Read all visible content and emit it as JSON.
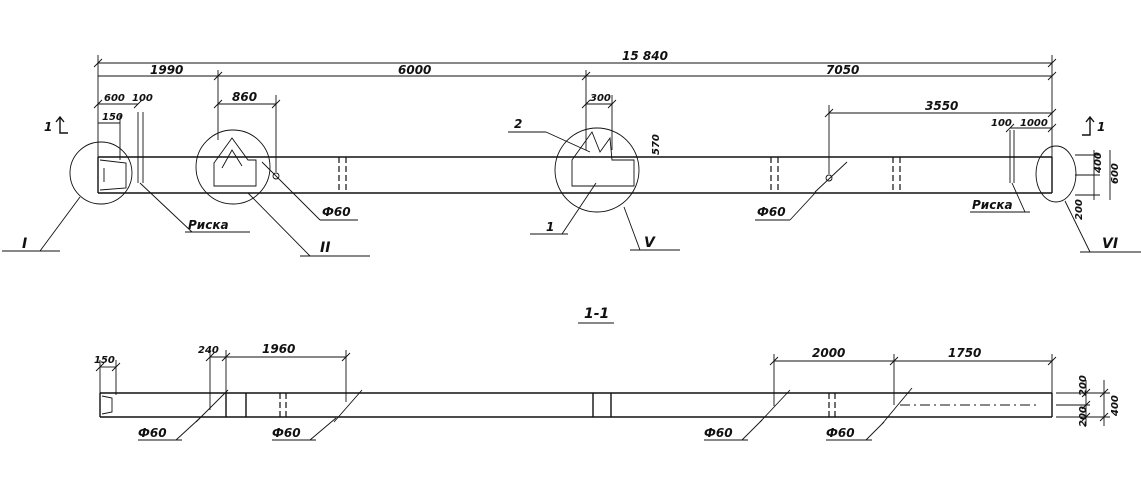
{
  "plan": {
    "overall": "15 840",
    "seg1": "1990",
    "seg2": "6000",
    "seg3": "7050",
    "d600": "600",
    "d100a": "100",
    "d150": "150",
    "d860": "860",
    "d300": "300",
    "d570": "570",
    "d3550": "3550",
    "d100b": "100",
    "d1000": "1000",
    "d400": "400",
    "d600r": "600",
    "d200": "200",
    "hole1": "Ф60",
    "hole2": "Ф60",
    "risk1": "Риска",
    "risk2": "Риска",
    "sec_l": "1",
    "sec_r": "1",
    "call_I": "I",
    "call_II": "II",
    "call_V": "V",
    "call_VI": "VI",
    "pos1": "1",
    "pos2": "2"
  },
  "section": {
    "title": "1-1",
    "d150": "150",
    "d240": "240",
    "d1960": "1960",
    "d2000": "2000",
    "d1750": "1750",
    "d200a": "200",
    "d200b": "200",
    "d400": "400",
    "hole_a": "Ф60",
    "hole_b": "Ф60",
    "hole_c": "Ф60",
    "hole_d": "Ф60"
  }
}
